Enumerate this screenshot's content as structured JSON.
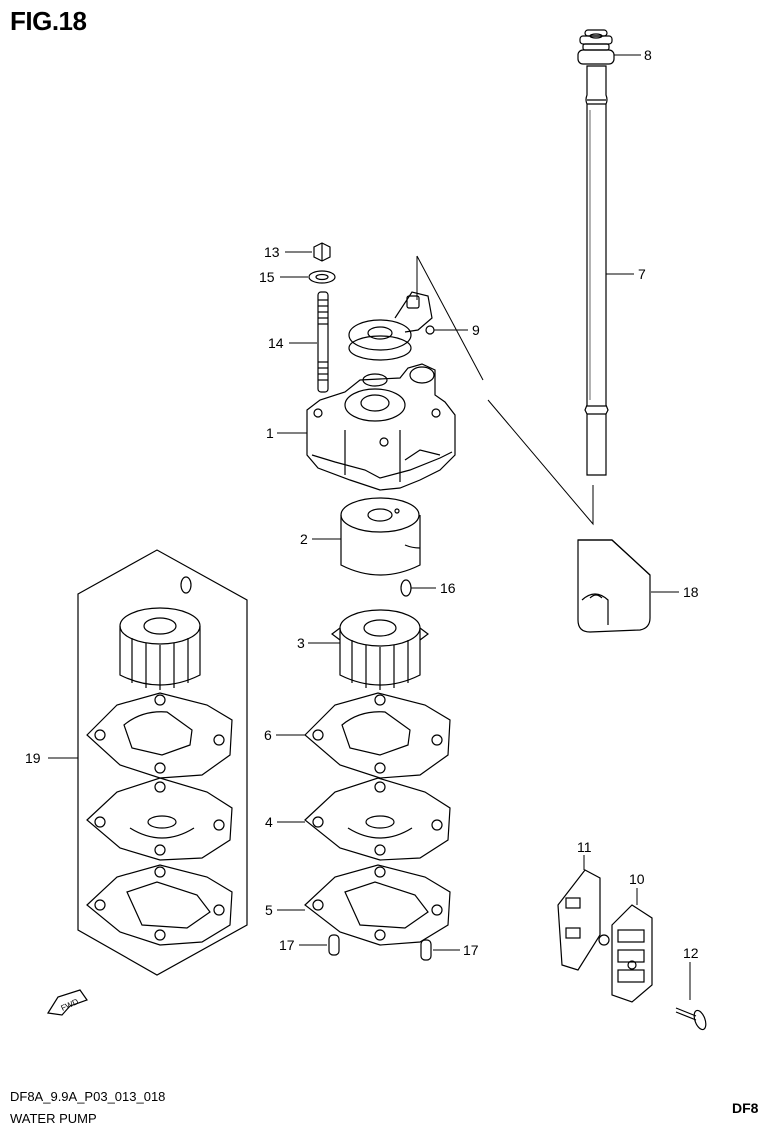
{
  "figure": {
    "title": "FIG.18",
    "code": "DF8A_9.9A_P03_013_018",
    "subtitle": "WATER PUMP",
    "truncated_text": "DF8",
    "fwd_label": "FWD"
  },
  "parts": [
    {
      "id": "1",
      "label": "1"
    },
    {
      "id": "2",
      "label": "2"
    },
    {
      "id": "3",
      "label": "3"
    },
    {
      "id": "4",
      "label": "4"
    },
    {
      "id": "5",
      "label": "5"
    },
    {
      "id": "6",
      "label": "6"
    },
    {
      "id": "7",
      "label": "7"
    },
    {
      "id": "8",
      "label": "8"
    },
    {
      "id": "9",
      "label": "9"
    },
    {
      "id": "10",
      "label": "10"
    },
    {
      "id": "11",
      "label": "11"
    },
    {
      "id": "12",
      "label": "12"
    },
    {
      "id": "13",
      "label": "13"
    },
    {
      "id": "14",
      "label": "14"
    },
    {
      "id": "15",
      "label": "15"
    },
    {
      "id": "16",
      "label": "16"
    },
    {
      "id": "17a",
      "label": "17"
    },
    {
      "id": "17b",
      "label": "17"
    },
    {
      "id": "18",
      "label": "18"
    },
    {
      "id": "19",
      "label": "19"
    }
  ]
}
